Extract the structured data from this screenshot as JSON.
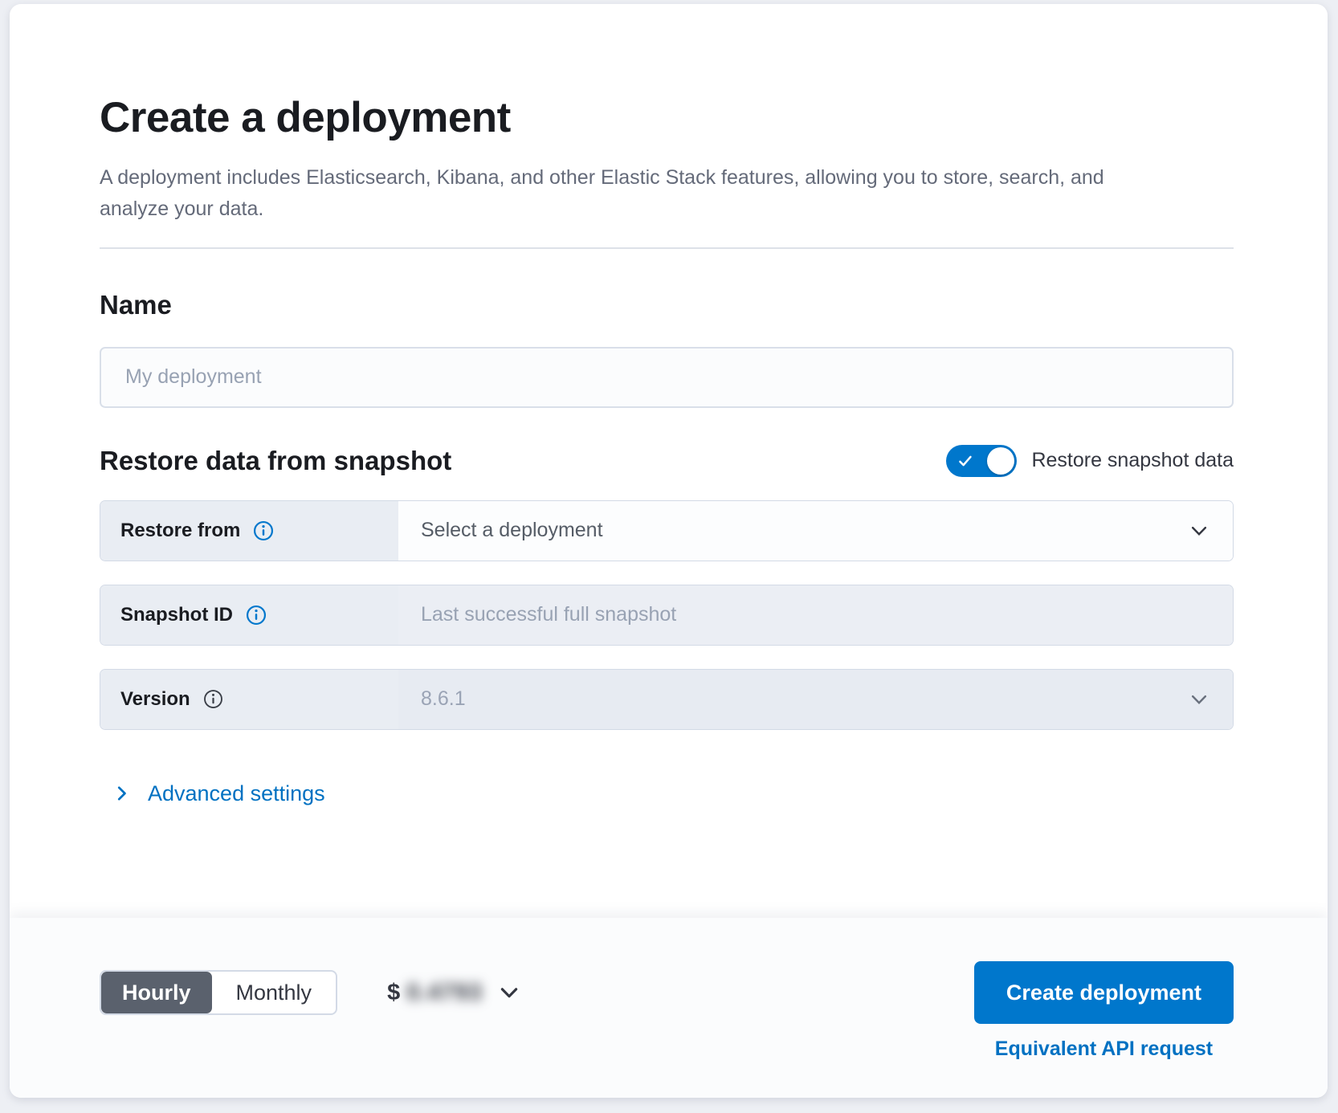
{
  "page": {
    "title": "Create a deployment",
    "subtitle": "A deployment includes Elasticsearch, Kibana, and other Elastic Stack features, allowing you to store, search, and analyze your data."
  },
  "name_section": {
    "heading": "Name",
    "input_placeholder": "My deployment",
    "input_value": ""
  },
  "restore_section": {
    "heading": "Restore data from snapshot",
    "toggle_label": "Restore snapshot data",
    "toggle_state": "on",
    "rows": [
      {
        "label": "Restore from",
        "value": "Select a deployment",
        "info_icon": "info-icon-blue",
        "has_chevron": true
      },
      {
        "label": "Snapshot ID",
        "value": "Last successful full snapshot",
        "info_icon": "info-icon-blue",
        "has_chevron": false
      },
      {
        "label": "Version",
        "value": "8.6.1",
        "info_icon": "info-icon-dark",
        "has_chevron": true
      }
    ]
  },
  "advanced_settings": {
    "label": "Advanced settings"
  },
  "footer": {
    "billing_toggle": {
      "options": [
        "Hourly",
        "Monthly"
      ],
      "selected": "Hourly"
    },
    "price": {
      "currency": "$",
      "value": "0.4793",
      "blurred": true
    },
    "create_button_label": "Create deployment",
    "api_link_label": "Equivalent API request"
  },
  "colors": {
    "primary_blue": "#0077cc",
    "link_blue": "#0071c2",
    "heading_text": "#1a1c21",
    "body_text": "#343741",
    "subdued_text": "#646a79",
    "placeholder_text": "#98a2b3",
    "row_label_bg": "#e9edf3",
    "selected_segment_bg": "#5a616d",
    "page_bg": "#edeff4",
    "card_bg": "#ffffff"
  }
}
